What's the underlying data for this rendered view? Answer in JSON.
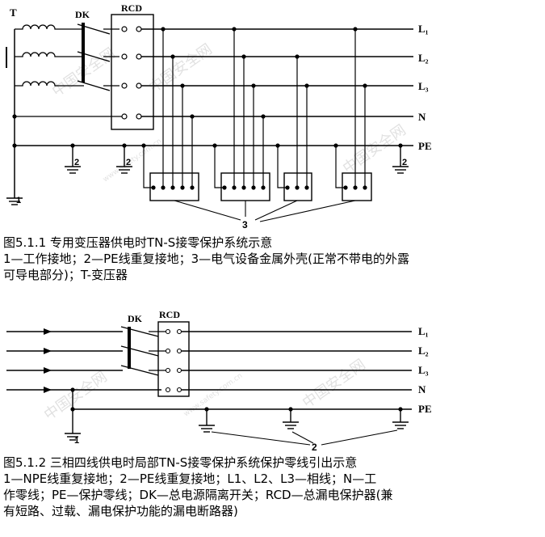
{
  "fig1": {
    "labels": {
      "transformer": "T",
      "switch": "DK",
      "rcd": "RCD",
      "l1": "L₁",
      "l2": "L₂",
      "l3": "L₃",
      "n": "N",
      "pe": "PE"
    },
    "ground_markers": {
      "main": "1",
      "repeat_a": "2",
      "repeat_b": "2",
      "repeat_c": "2"
    },
    "enclosure_marker": "3",
    "caption": {
      "title": "图5.1.1  专用变压器供电时TN-S接零保护系统示意",
      "line1": "1—工作接地；2—PE线重复接地；3—电气设备金属外壳(正常不带电的外露",
      "line2": "可导电部分)；T-变压器"
    }
  },
  "fig2": {
    "labels": {
      "switch": "DK",
      "rcd": "RCD",
      "l1": "L₁",
      "l2": "L₂",
      "l3": "L₃",
      "n": "N",
      "pe": "PE"
    },
    "ground_markers": {
      "main": "1"
    },
    "repeat_ground_marker": "2",
    "caption": {
      "title": "图5.1.2  三相四线供电时局部TN-S接零保护系统保护零线引出示意",
      "line1": "  1—NPE线重复接地；2—PE线重复接地；L1、L2、L3—相线；N—工",
      "line2": "作零线；PE—保护零线；DK—总电源隔离开关；RCD—总漏电保护器(兼",
      "line3": "有短路、过载、漏电保护功能的漏电断路器)"
    }
  },
  "watermark": {
    "text": "中国安全网",
    "url": "www.safety.com.cn"
  }
}
